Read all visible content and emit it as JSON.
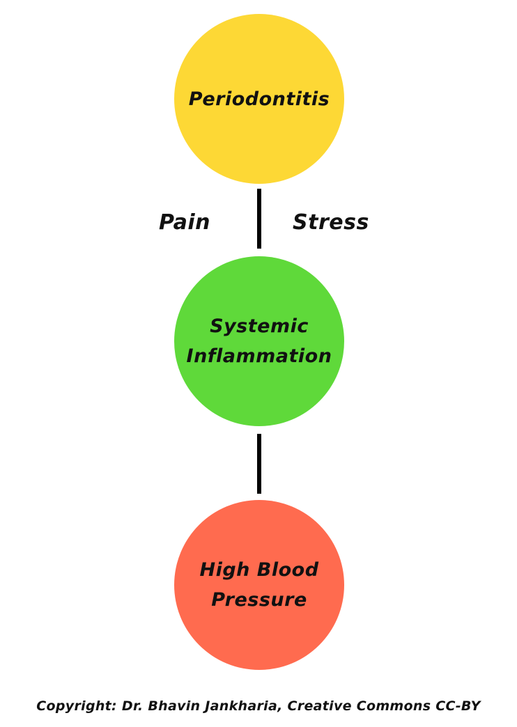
{
  "nodes": [
    {
      "label_lines": [
        "Periodontitis"
      ],
      "color": "#FDD835"
    },
    {
      "label_lines": [
        "Systemic",
        "Inflammation"
      ],
      "color": "#5FD93A"
    },
    {
      "label_lines": [
        "High Blood",
        "Pressure"
      ],
      "color": "#FF6B4F"
    }
  ],
  "edge_labels": {
    "left": "Pain",
    "right": "Stress"
  },
  "connector_color": "#000000",
  "footer": "Copyright: Dr. Bhavin Jankharia, Creative Commons CC-BY"
}
